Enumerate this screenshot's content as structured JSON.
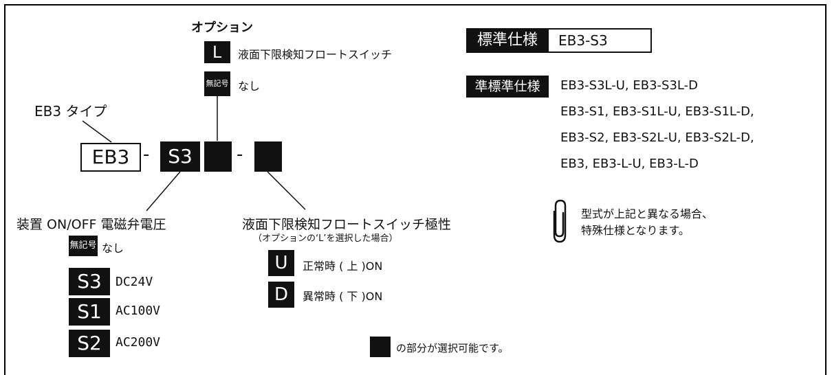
{
  "option": {
    "title": "オプション",
    "code_l": "L",
    "code_l_desc": "液面下限検知フロートスイッチ",
    "code_none": "無記号",
    "code_none_desc": "なし"
  },
  "type": {
    "title": "EB3 タイプ"
  },
  "model": {
    "part1": "EB3",
    "dash1": "-",
    "part2": "S3",
    "dash2": "-"
  },
  "voltage": {
    "title": "装置 ON/OFF 電磁弁電圧",
    "items": [
      {
        "code": "無記号",
        "desc": "なし"
      },
      {
        "code": "S3",
        "desc": "DC24V"
      },
      {
        "code": "S1",
        "desc": "AC100V"
      },
      {
        "code": "S2",
        "desc": "AC200V"
      }
    ]
  },
  "polarity": {
    "title": "液面下限検知フロートスイッチ極性",
    "subtitle": "（オプションの‘L’を選択した場合）",
    "items": [
      {
        "code": "U",
        "desc": "正常時 ( 上 )ON"
      },
      {
        "code": "D",
        "desc": "異常時 ( 下 )ON"
      }
    ]
  },
  "standard": {
    "label": "標準仕様",
    "value": "EB3-S3"
  },
  "semi_standard": {
    "label": "準標準仕様",
    "lines": [
      "EB3-S3L-U, EB3-S3L-D",
      "EB3-S1, EB3-S1L-U, EB3-S1L-D,",
      "EB3-S2, EB3-S2L-U, EB3-S2L-D,",
      "EB3, EB3-L-U, EB3-L-D"
    ]
  },
  "note": {
    "icon": "paperclip-icon",
    "line1": "型式が上記と異なる場合、",
    "line2": "特殊仕様となります。"
  },
  "legend": {
    "text": "の部分が選択可能です。"
  }
}
